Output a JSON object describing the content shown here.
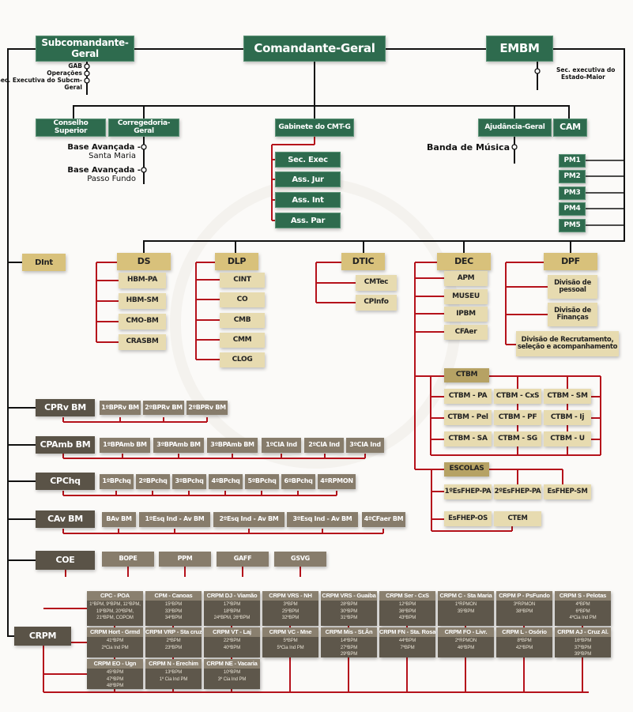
{
  "top": {
    "subcomandante": "Subcomandante-Geral",
    "comandante": "Comandante-Geral",
    "embm": "EMBM",
    "subcm_notes": [
      "GAB",
      "Operações",
      "Sec. Executiva do Subcm-",
      "Geral"
    ],
    "embm_note": [
      "Sec. executiva do",
      "Estado-Maior"
    ]
  },
  "second_row": {
    "conselho": "Conselho Superior",
    "corregedoria": "Corregedoria-Geral",
    "gabinete": "Gabinete do CMT-G",
    "ajudancia": "Ajudância-Geral",
    "cam": "CAM",
    "bases": [
      {
        "title": "Base Avançada -",
        "city": "Santa Maria"
      },
      {
        "title": "Base Avançada -",
        "city": "Passo Fundo"
      }
    ],
    "banda": "Banda de Música",
    "gabinete_items": [
      "Sec. Exec",
      "Ass. Jur",
      "Ass. Int",
      "Ass. Par"
    ],
    "pm_items": [
      "PM1",
      "PM2",
      "PM3",
      "PM4",
      "PM5"
    ]
  },
  "directorates": {
    "dint": "DInt",
    "ds": {
      "label": "DS",
      "items": [
        "HBM-PA",
        "HBM-SM",
        "CMO-BM",
        "CRASBM"
      ]
    },
    "dlp": {
      "label": "DLP",
      "items": [
        "CINT",
        "CO",
        "CMB",
        "CMM",
        "CLOG"
      ]
    },
    "dtic": {
      "label": "DTIC",
      "items": [
        "CMTec",
        "CPInfo"
      ]
    },
    "dec": {
      "label": "DEC",
      "items": [
        "APM",
        "MUSEU",
        "IPBM",
        "CFAer"
      ]
    },
    "dpf": {
      "label": "DPF",
      "items": [
        "Divisão de pessoal",
        "Divisão de Finanças",
        "Divisão de Recrutamento, seleção e acompanhamento"
      ]
    },
    "ctbm": {
      "label": "CTBM",
      "items": [
        "CTBM - PA",
        "CTBM - CxS",
        "CTBM - SM",
        "CTBM - Pel",
        "CTBM - PF",
        "CTBM - Ij",
        "CTBM - SA",
        "CTBM - SG",
        "CTBM - U"
      ]
    },
    "escolas": {
      "label": "ESCOLAS",
      "items": [
        "1ºEsFHEP-PA",
        "2ºEsFHEP-PA",
        "EsFHEP-SM",
        "EsFHEP-OS",
        "CTEM"
      ]
    }
  },
  "commands": {
    "cprv": {
      "label": "CPRv BM",
      "items": [
        "1ºBPRv BM",
        "2ºBPRv BM",
        "2ºBPRv BM"
      ]
    },
    "cpamb": {
      "label": "CPAmb BM",
      "items": [
        "1ºBPAmb BM",
        "3ºBPAmb BM",
        "3ºBPAmb BM",
        "1ºCIA Ind",
        "2ºCIA Ind",
        "3ºCIA Ind"
      ]
    },
    "cpchq": {
      "label": "CPChq",
      "items": [
        "1ºBPchq",
        "2ºBPchq",
        "3ºBPchq",
        "4ºBPchq",
        "5ºBPchq",
        "6ºBPchq",
        "4ºRPMON"
      ]
    },
    "cav": {
      "label": "CAv BM",
      "items": [
        "BAv BM",
        "1ºEsq Ind - Av BM",
        "2ºEsq Ind - Av BM",
        "3ºEsq Ind - Av BM",
        "4ºCFaer BM"
      ]
    },
    "coe": {
      "label": "COE",
      "items": [
        "BOPE",
        "PPM",
        "GAFF",
        "GSVG"
      ]
    }
  },
  "crpm": {
    "label": "CRPM",
    "units": [
      {
        "title": "CPC - POA",
        "body": "1ºBPM, 9ºBPM, 11ºBPM,\n19ºBPM, 20ºBPM,\n21ºBPM, COPOM"
      },
      {
        "title": "CPM - Canoas",
        "body": "15ºBPM\n33ºBPM\n34ºBPM"
      },
      {
        "title": "CRPM DJ - Viamão",
        "body": "17ºBPM\n18ºBPM\n24ºBPM, 26ºBPM"
      },
      {
        "title": "CRPM VRS - NH",
        "body": "3ºBPM\n25ºBPM\n32ºBPM"
      },
      {
        "title": "CRPM VRS - Guaiba",
        "body": "28ºBPM\n30ºBPM\n31ºBPM"
      },
      {
        "title": "CRPM Ser - CxS",
        "body": "12ºBPM\n36ºBPM\n43ºBPM"
      },
      {
        "title": "CRPM C - Sta Maria",
        "body": "1ºRPMON\n35ºBPM"
      },
      {
        "title": "CRPM P - PsFundo",
        "body": "3ºRPMON\n38ºBPM"
      },
      {
        "title": "CRPM S - Pelotas",
        "body": "4ºBPM\n6ºBPM\n4ºCia Ind PM"
      },
      {
        "title": "CRPM Hort - Grmd",
        "body": "41ºBPM\n2ºCia Ind PM"
      },
      {
        "title": "CRPM VRP - Sta cruz ds",
        "body": "2ºBPM\n23ºBPM"
      },
      {
        "title": "CRPM VT - Laj",
        "body": "22ºBPM\n40ºBPM"
      },
      {
        "title": "CRPM VC - Mne",
        "body": "5ºBPM\n5ºCia Ind PM"
      },
      {
        "title": "CRPM Mis - St.Ân",
        "body": "14ºBPM\n27ºBPM\n29ºBPM"
      },
      {
        "title": "CRPM FN - Sta. Rosa",
        "body": "44ºBPM\n7ºBPM"
      },
      {
        "title": "CRPM FO - Livr.",
        "body": "2ºRPMON\n46ºBPM"
      },
      {
        "title": "CRPM L - Osório",
        "body": "8ºBPM\n42ºBPM"
      },
      {
        "title": "CRPM AJ  - Cruz Al.",
        "body": "16ºBPM\n37ºBPM\n39ºBPM"
      },
      {
        "title": "CRPM  EO - Ugn",
        "body": "45ºBPM\n47ºBPM\n48ºBPM"
      },
      {
        "title": "CRPM N - Erechim",
        "body": "13ºBPM\n1º Cia Ind PM"
      },
      {
        "title": "CRPM NE - Vacaria",
        "body": "10ºBPM\n3º Cia Ind PM"
      }
    ]
  },
  "colors": {
    "green": "#2e6b4e",
    "gold": "#d8c17b",
    "tan": "#e7dbb0",
    "brown": "#5a5347",
    "line_red": "#b5121b",
    "line_black": "#111111"
  }
}
